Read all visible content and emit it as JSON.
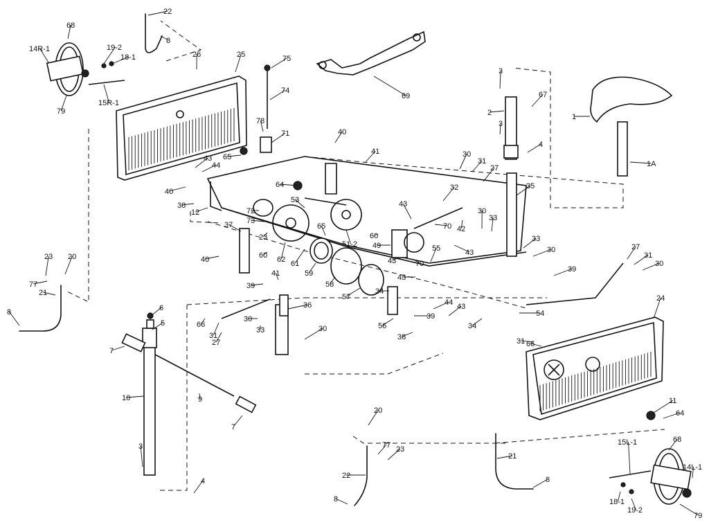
{
  "diagram": {
    "labels": [
      {
        "id": "68-left",
        "text": "68"
      },
      {
        "id": "14R-1",
        "text": "14R-1"
      },
      {
        "id": "19-2-left",
        "text": "19-2"
      },
      {
        "id": "18-1-left",
        "text": "18-1"
      },
      {
        "id": "15R-1",
        "text": "15R-1"
      },
      {
        "id": "79-left",
        "text": "79"
      },
      {
        "id": "22-top",
        "text": "22"
      },
      {
        "id": "8-top",
        "text": "8"
      },
      {
        "id": "26",
        "text": "26"
      },
      {
        "id": "25",
        "text": "25"
      },
      {
        "id": "75",
        "text": "75"
      },
      {
        "id": "74",
        "text": "74"
      },
      {
        "id": "69",
        "text": "69"
      },
      {
        "id": "3-top",
        "text": "3"
      },
      {
        "id": "67",
        "text": "67"
      },
      {
        "id": "2",
        "text": "2"
      },
      {
        "id": "3-mid",
        "text": "3"
      },
      {
        "id": "4-top",
        "text": "4"
      },
      {
        "id": "1",
        "text": "1"
      },
      {
        "id": "1A",
        "text": "1A"
      },
      {
        "id": "78",
        "text": "78"
      },
      {
        "id": "71",
        "text": "71"
      },
      {
        "id": "40-top",
        "text": "40"
      },
      {
        "id": "41-top",
        "text": "41"
      },
      {
        "id": "30-a",
        "text": "30"
      },
      {
        "id": "31-a",
        "text": "31"
      },
      {
        "id": "27-a",
        "text": "27"
      },
      {
        "id": "35",
        "text": "35"
      },
      {
        "id": "65",
        "text": "65"
      },
      {
        "id": "43-a",
        "text": "43"
      },
      {
        "id": "44-a",
        "text": "44"
      },
      {
        "id": "64-mid",
        "text": "64"
      },
      {
        "id": "40-mid",
        "text": "40"
      },
      {
        "id": "38-a",
        "text": "38"
      },
      {
        "id": "12",
        "text": "12"
      },
      {
        "id": "72",
        "text": "72"
      },
      {
        "id": "53",
        "text": "53"
      },
      {
        "id": "32",
        "text": "32"
      },
      {
        "id": "43-b",
        "text": "43"
      },
      {
        "id": "70-a",
        "text": "70"
      },
      {
        "id": "42",
        "text": "42"
      },
      {
        "id": "30-b",
        "text": "30"
      },
      {
        "id": "33-a",
        "text": "33"
      },
      {
        "id": "73",
        "text": "73"
      },
      {
        "id": "37",
        "text": "37"
      },
      {
        "id": "23-mid",
        "text": "23"
      },
      {
        "id": "65-b",
        "text": "65"
      },
      {
        "id": "51-2",
        "text": "51-2"
      },
      {
        "id": "60-a",
        "text": "60"
      },
      {
        "id": "49",
        "text": "49"
      },
      {
        "id": "55",
        "text": "55"
      },
      {
        "id": "43-c",
        "text": "43"
      },
      {
        "id": "33-b",
        "text": "33"
      },
      {
        "id": "30-c",
        "text": "30"
      },
      {
        "id": "27-b",
        "text": "27"
      },
      {
        "id": "31-b",
        "text": "31"
      },
      {
        "id": "30-d",
        "text": "30"
      },
      {
        "id": "60-b",
        "text": "60"
      },
      {
        "id": "62",
        "text": "62"
      },
      {
        "id": "61",
        "text": "61"
      },
      {
        "id": "59",
        "text": "59"
      },
      {
        "id": "40-low",
        "text": "40"
      },
      {
        "id": "70-b",
        "text": "70"
      },
      {
        "id": "43-d",
        "text": "43"
      },
      {
        "id": "39-a",
        "text": "39"
      },
      {
        "id": "23-left",
        "text": "23"
      },
      {
        "id": "20-left",
        "text": "20"
      },
      {
        "id": "77-left",
        "text": "77"
      },
      {
        "id": "21-left",
        "text": "21"
      },
      {
        "id": "39-b",
        "text": "39"
      },
      {
        "id": "41-b",
        "text": "41"
      },
      {
        "id": "58",
        "text": "58"
      },
      {
        "id": "43-e",
        "text": "43"
      },
      {
        "id": "57",
        "text": "57"
      },
      {
        "id": "34-a",
        "text": "34"
      },
      {
        "id": "24",
        "text": "24"
      },
      {
        "id": "8-left",
        "text": "8"
      },
      {
        "id": "6",
        "text": "6"
      },
      {
        "id": "36",
        "text": "36"
      },
      {
        "id": "5",
        "text": "5"
      },
      {
        "id": "66-a",
        "text": "66"
      },
      {
        "id": "31-c",
        "text": "31"
      },
      {
        "id": "30-e",
        "text": "30"
      },
      {
        "id": "33-c",
        "text": "33"
      },
      {
        "id": "27-c",
        "text": "27"
      },
      {
        "id": "30-f",
        "text": "30"
      },
      {
        "id": "44-b",
        "text": "44"
      },
      {
        "id": "43-f",
        "text": "43"
      },
      {
        "id": "39-c",
        "text": "39"
      },
      {
        "id": "56",
        "text": "56"
      },
      {
        "id": "38-b",
        "text": "38"
      },
      {
        "id": "54",
        "text": "54"
      },
      {
        "id": "34-b",
        "text": "34"
      },
      {
        "id": "31-d",
        "text": "31"
      },
      {
        "id": "66-b",
        "text": "66"
      },
      {
        "id": "7-top",
        "text": "7"
      },
      {
        "id": "10",
        "text": "10"
      },
      {
        "id": "9",
        "text": "9"
      },
      {
        "id": "7-low",
        "text": "7"
      },
      {
        "id": "3-low",
        "text": "3"
      },
      {
        "id": "4-low",
        "text": "4"
      },
      {
        "id": "20-low",
        "text": "20"
      },
      {
        "id": "77-low",
        "text": "77"
      },
      {
        "id": "23-low",
        "text": "23"
      },
      {
        "id": "22-low",
        "text": "22"
      },
      {
        "id": "8-low",
        "text": "8"
      },
      {
        "id": "21-low",
        "text": "21"
      },
      {
        "id": "8-right",
        "text": "8"
      },
      {
        "id": "11",
        "text": "11"
      },
      {
        "id": "64-right",
        "text": "64"
      },
      {
        "id": "15L-1",
        "text": "15L-1"
      },
      {
        "id": "68-right",
        "text": "68"
      },
      {
        "id": "14L-1",
        "text": "14L-1"
      },
      {
        "id": "18-1-right",
        "text": "18-1"
      },
      {
        "id": "19-2-right",
        "text": "19-2"
      },
      {
        "id": "79-right",
        "text": "79"
      }
    ]
  }
}
